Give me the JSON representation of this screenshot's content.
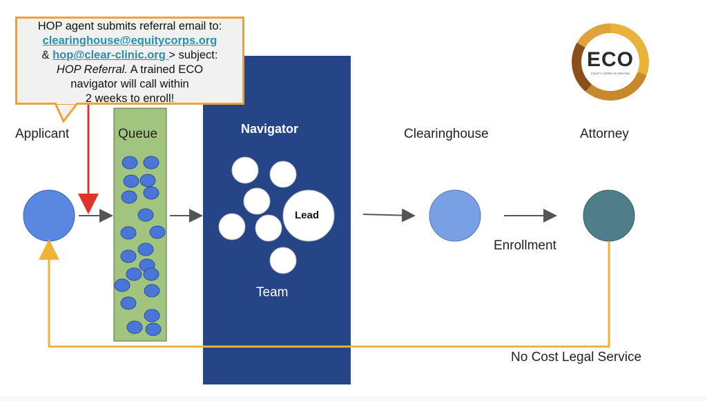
{
  "callout": {
    "line1": "HOP agent submits referral email to:",
    "email1": "clearinghouse@equitycorps.org",
    "amp": "& ",
    "email2": "hop@clear-clinic.org ",
    "after_email2": "> subject:",
    "subject_italic": "HOP Referral.",
    "after_subject": " A trained ECO",
    "line4": "navigator will call within",
    "line5": "2 weeks to enroll!"
  },
  "labels": {
    "applicant": "Applicant",
    "queue": "Queue",
    "navigator": "Navigator",
    "lead": "Lead",
    "team": "Team",
    "clearinghouse": "Clearinghouse",
    "attorney": "Attorney",
    "enrollment": "Enrollment",
    "no_cost": "No Cost Legal Service"
  },
  "logo": {
    "text": "ECO",
    "subtext": "EQUITY CORPS OF OREGON"
  },
  "colors": {
    "applicant_node": "#5a87e0",
    "queue_fill": "#a1c47f",
    "queue_dots": "#4a76d8",
    "navigator_panel": "#264586",
    "clearinghouse_node": "#7aa0e4",
    "attorney_node": "#4f7e8a",
    "return_arrow": "#f2b233",
    "referral_arrow": "#e0332b",
    "flow_arrow": "#555555",
    "callout_border": "#e8a33c"
  }
}
